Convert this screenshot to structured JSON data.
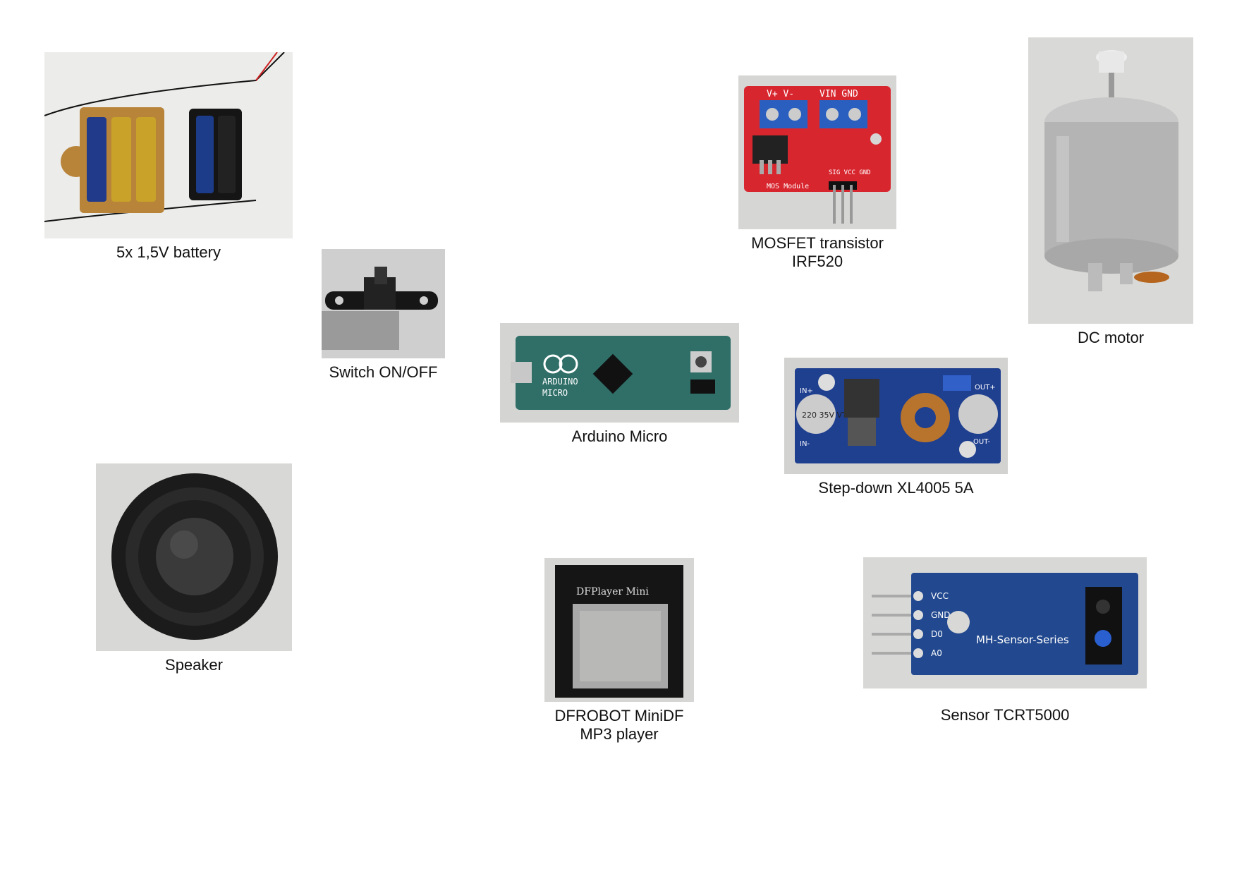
{
  "components": {
    "battery": {
      "lines": [
        "5x 1,5V battery"
      ]
    },
    "switch": {
      "lines": [
        "Switch ON/OFF"
      ]
    },
    "arduino": {
      "lines": [
        "Arduino Micro"
      ],
      "board_text": [
        "ARDUINO",
        "MICRO"
      ]
    },
    "mosfet": {
      "lines": [
        "MOSFET transistor",
        "IRF520"
      ],
      "board_text": [
        "V+ V-",
        "VIN GND",
        "MOS Module",
        "SIG VCC GND"
      ]
    },
    "motor": {
      "lines": [
        "DC motor"
      ]
    },
    "stepdown": {
      "lines": [
        "Step-down XL4005 5A"
      ],
      "board_text": [
        "220 35V VT",
        "IN+",
        "IN-",
        "OUT+",
        "OUT-"
      ]
    },
    "speaker": {
      "lines": [
        "Speaker"
      ]
    },
    "mp3": {
      "lines": [
        "DFROBOT MiniDF",
        "MP3 player"
      ],
      "board_text": [
        "DFPlayer Mini"
      ]
    },
    "sensor": {
      "lines": [
        "Sensor TCRT5000"
      ],
      "board_text": [
        "VCC",
        "GND",
        "D0",
        "A0",
        "MH-Sensor-Series"
      ]
    }
  },
  "colors": {
    "background": "#ffffff",
    "arduino_pcb": "#2f6f68",
    "mosfet_pcb": "#d8262f",
    "stepdown_pcb": "#1f3f8f",
    "sensor_pcb": "#22498f",
    "motor_body": "#b4b4b4"
  }
}
